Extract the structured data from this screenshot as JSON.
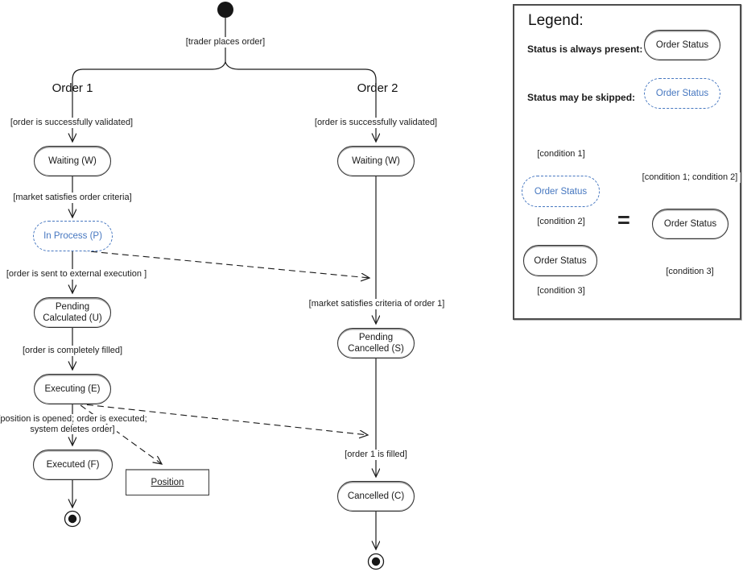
{
  "colors": {
    "line": "#1a1a1a",
    "skippable_blue": "#4677c0",
    "legend_border": "#4d4d4d"
  },
  "diagram": {
    "start_guard": "[trader places order]",
    "order1": {
      "title": "Order 1",
      "guard_validated": "[order is successfully validated]",
      "state_waiting": "Waiting (W)",
      "guard_market": "[market satisfies order criteria]",
      "state_in_process": "In Process (P)",
      "guard_sent": "[order is sent to external execution ]",
      "state_pending_l1": "Pending",
      "state_pending_l2": "Calculated (U)",
      "guard_filled": "[order is completely filled]",
      "state_executing": "Executing (E)",
      "guard_executed_l1": "[position is opened; order is executed;",
      "guard_executed_l2": "system deletes order]",
      "state_executed": "Executed (F)",
      "position_object": "Position"
    },
    "order2": {
      "title": "Order 2",
      "guard_validated": "[order is successfully validated]",
      "state_waiting": "Waiting (W)",
      "guard_market": "[market satisfies criteria of order 1]",
      "state_pending_l1": "Pending",
      "state_pending_l2": "Cancelled (S)",
      "guard_filled": "[order 1 is filled]",
      "state_cancelled": "Cancelled (C)"
    }
  },
  "legend": {
    "title": "Legend:",
    "always_label": "Status is always present:",
    "always_state": "Order Status",
    "skipped_label": "Status may be skipped:",
    "skipped_state": "Order Status",
    "equals": "=",
    "left_column": {
      "cond1": "[condition 1]",
      "skippable_state": "Order Status",
      "cond2": "[condition 2]",
      "state": "Order Status",
      "cond3": "[condition 3]"
    },
    "right_column": {
      "cond12": "[condition 1; condition 2]",
      "state": "Order Status",
      "cond3": "[condition 3]"
    }
  }
}
